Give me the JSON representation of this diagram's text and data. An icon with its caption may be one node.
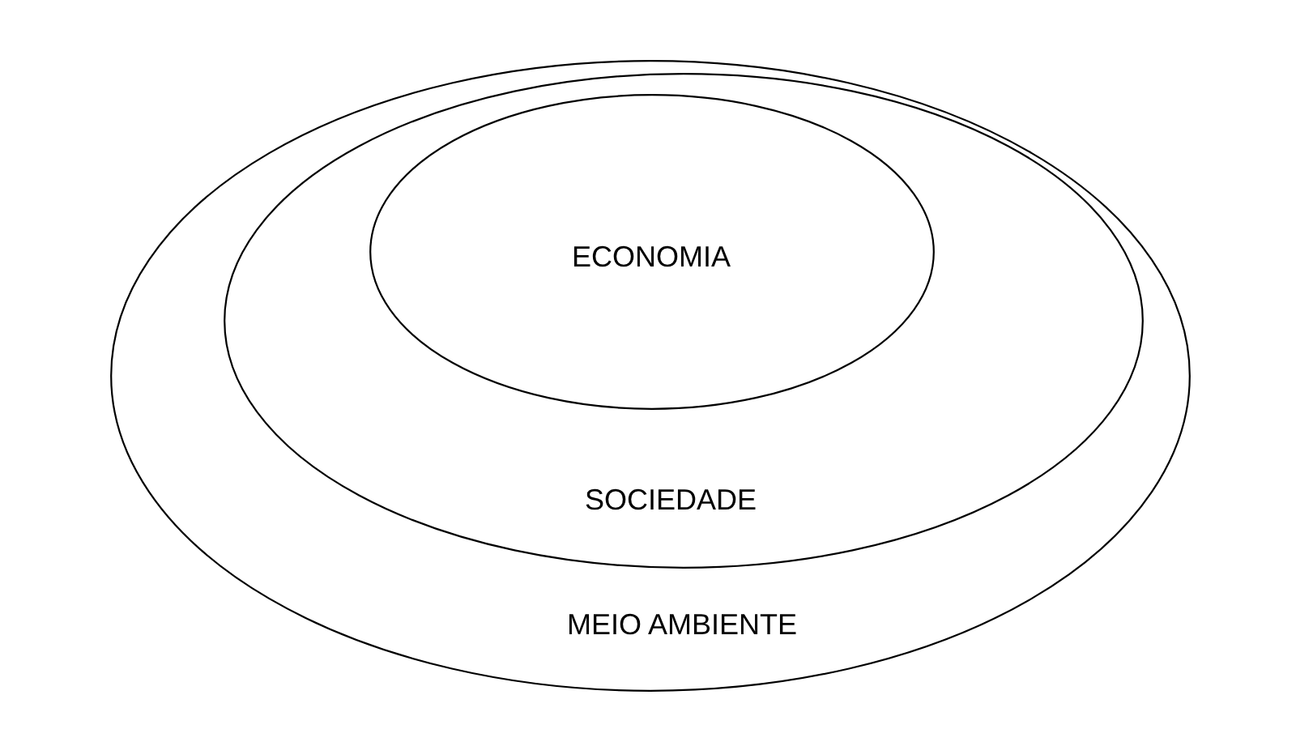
{
  "diagram": {
    "nodes": [
      {
        "text": [
          "MEIO AMBIENTE"
        ]
      },
      {
        "text": [
          "SOCIEDADE"
        ],
        "in": 0
      },
      {
        "text": [
          "ECONOMIA"
        ],
        "in": 1
      }
    ]
  }
}
